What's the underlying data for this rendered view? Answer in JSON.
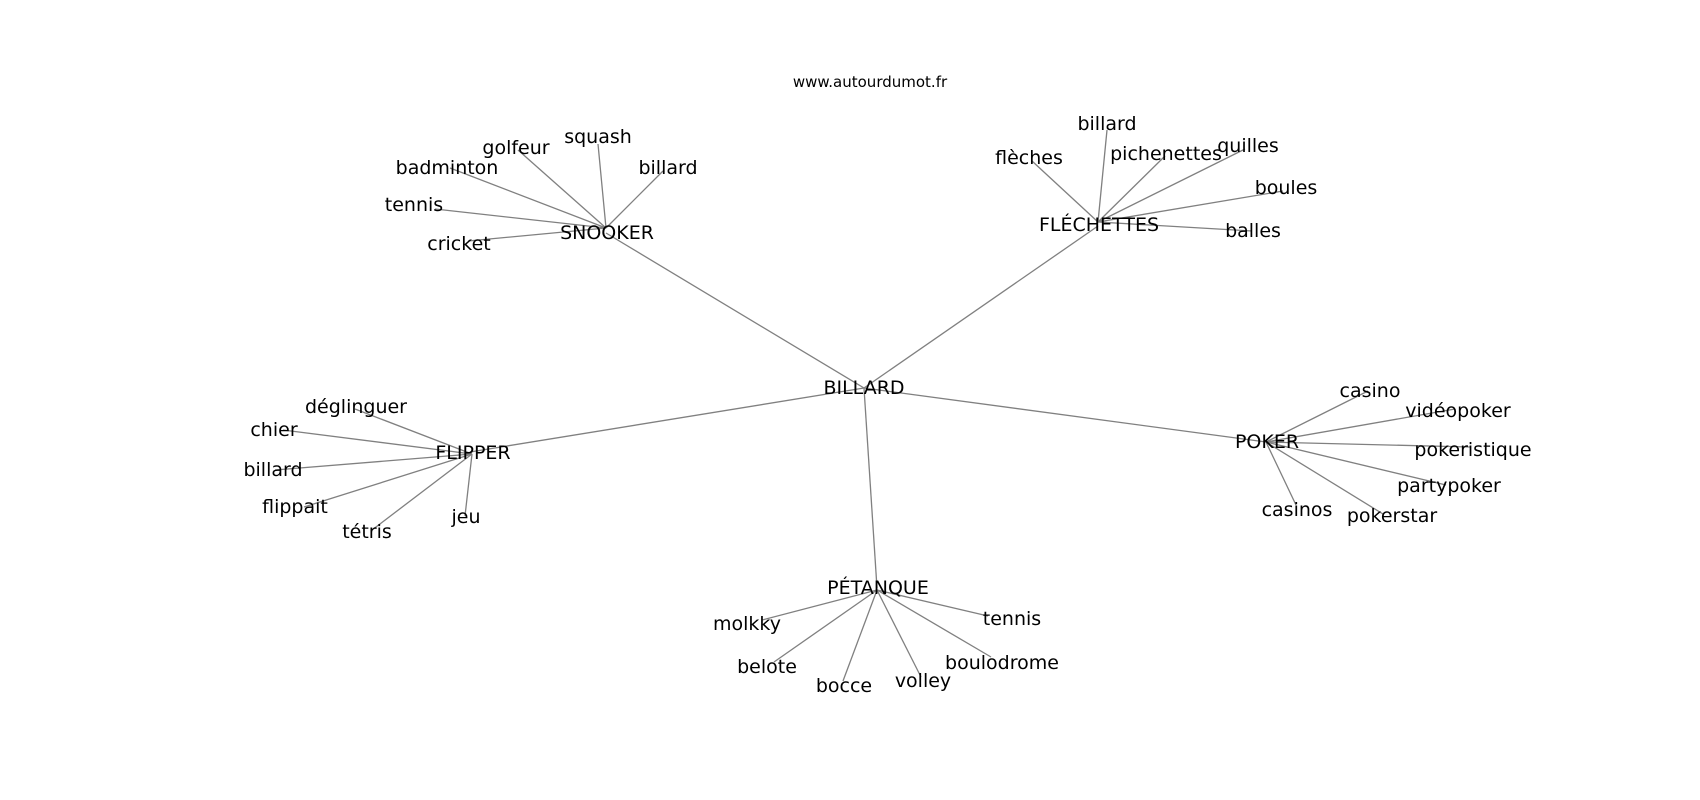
{
  "site": "www.autourdumot.fr",
  "colors": {
    "edge": "#808080",
    "text": "#000000",
    "background": "#ffffff"
  },
  "center": "BILLARD",
  "groups": [
    {
      "hub": "SNOOKER",
      "words": [
        "squash",
        "golfeur",
        "billard",
        "badminton",
        "tennis",
        "cricket"
      ]
    },
    {
      "hub": "FLÉCHETTES",
      "words": [
        "billard",
        "flèches",
        "pichenettes",
        "quilles",
        "boules",
        "balles"
      ]
    },
    {
      "hub": "FLIPPER",
      "words": [
        "déglinguer",
        "chier",
        "billard",
        "flippait",
        "tétris",
        "jeu"
      ]
    },
    {
      "hub": "POKER",
      "words": [
        "casino",
        "vidéopoker",
        "pokeristique",
        "partypoker",
        "casinos",
        "pokerstar"
      ]
    },
    {
      "hub": "PÉTANQUE",
      "words": [
        "tennis",
        "molkky",
        "boulodrome",
        "belote",
        "volley",
        "bocce"
      ]
    }
  ]
}
